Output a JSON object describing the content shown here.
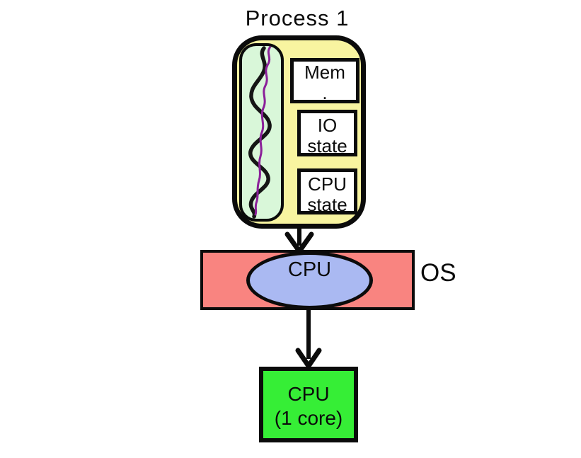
{
  "title": "Process 1",
  "process": {
    "mem_box": {
      "line1": "Mem",
      "line2": "."
    },
    "io_box": {
      "line1": "IO",
      "line2": "state"
    },
    "cpu_state_box": {
      "line1": "CPU",
      "line2": "state"
    }
  },
  "os": {
    "label": "OS",
    "virtual_cpu_label": "CPU"
  },
  "hardware": {
    "line1": "CPU",
    "line2": "(1 core)"
  },
  "colors": {
    "process_fill": "#f8f4a0",
    "thread_panel_fill": "#d9f7d9",
    "os_band_fill": "#f98480",
    "virtual_cpu_fill": "#aab9f2",
    "hardware_fill": "#36ee36",
    "outline": "#0b0b0b",
    "thread_black": "#151515",
    "thread_purple": "#8b2099"
  }
}
